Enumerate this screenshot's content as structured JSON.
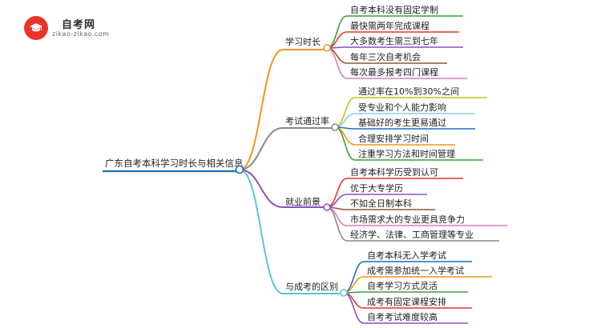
{
  "logo": {
    "title": "自考网",
    "subtitle": "zikao-zikao.com"
  },
  "root": {
    "label": "广东自考本科学习时长与相关信息",
    "color": "#1f6fb5"
  },
  "branches": [
    {
      "label": "学习时长",
      "color": "#f0961a",
      "children": [
        {
          "label": "自考本科没有固定学制",
          "color": "#3aa13a"
        },
        {
          "label": "最快需两年完成课程",
          "color": "#e8352b"
        },
        {
          "label": "大多数考生需三到七年",
          "color": "#8b4fc5"
        },
        {
          "label": "每年三次自考机会",
          "color": "#8a5a3a"
        },
        {
          "label": "每次最多报考四门课程",
          "color": "#e07bbb"
        }
      ]
    },
    {
      "label": "考试通过率",
      "color": "#8a8a8a",
      "children": [
        {
          "label": "通过率在10%到30%之间",
          "color": "#b9c61d"
        },
        {
          "label": "受专业和个人能力影响",
          "color": "#8ad0e5"
        },
        {
          "label": "基础好的考生更易通过",
          "color": "#1f6fb5"
        },
        {
          "label": "合理安排学习时间",
          "color": "#f0961a"
        },
        {
          "label": "注重学习方法和时间管理",
          "color": "#3aa13a"
        }
      ]
    },
    {
      "label": "就业前景",
      "color": "#8b4fc5",
      "children": [
        {
          "label": "自考本科学历受到认可",
          "color": "#e8352b"
        },
        {
          "label": "优于大专学历",
          "color": "#8b4fc5"
        },
        {
          "label": "不如全日制本科",
          "color": "#8a5a3a"
        },
        {
          "label": "市场需求大的专业更具竞争力",
          "color": "#e07bbb"
        },
        {
          "label": "经济学、法律、工商管理等专业",
          "color": "#8a8a8a"
        }
      ]
    },
    {
      "label": "与成考的区别",
      "color": "#5bc3d8",
      "children": [
        {
          "label": "自考本科无入学考试",
          "color": "#1f6fb5"
        },
        {
          "label": "成考需参加统一入学考试",
          "color": "#f0961a"
        },
        {
          "label": "自考学习方式灵活",
          "color": "#3aa13a"
        },
        {
          "label": "成考有固定课程安排",
          "color": "#e8352b"
        },
        {
          "label": "自考考试难度较高",
          "color": "#8b4fc5"
        }
      ]
    }
  ]
}
